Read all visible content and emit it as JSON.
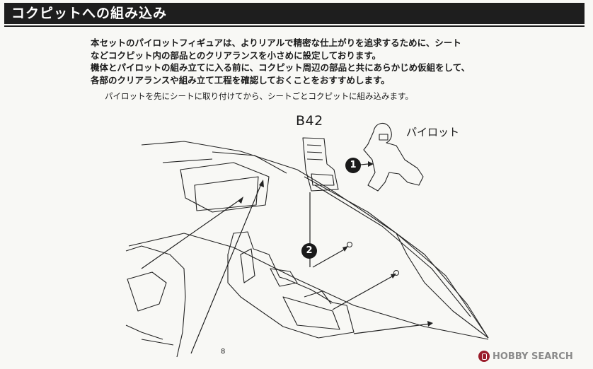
{
  "header": {
    "title": "コクピットへの組み込み"
  },
  "note": {
    "lines": [
      "本セットのパイロットフィギュアは、よりリアルで精密な仕上がりを追求するために、シート",
      "などコクピット内の部品とのクリアランスを小さめに設定しております。",
      "機体とパイロットの組み立てに入る前に、コクピット周辺の部品と共にあらかじめ仮組をして、",
      "各部のクリアランスや組み立て工程を確認しておくことをおすすめします。"
    ]
  },
  "caption": "パイロットを先にシートに取り付けてから、シートごとコクピットに組み込みます。",
  "diagram": {
    "part_label": "B42",
    "pilot_label": "パイロット",
    "steps": [
      "1",
      "2"
    ],
    "fuselage_marking": "8"
  },
  "watermark": {
    "text": "HOBBY SEARCH"
  }
}
